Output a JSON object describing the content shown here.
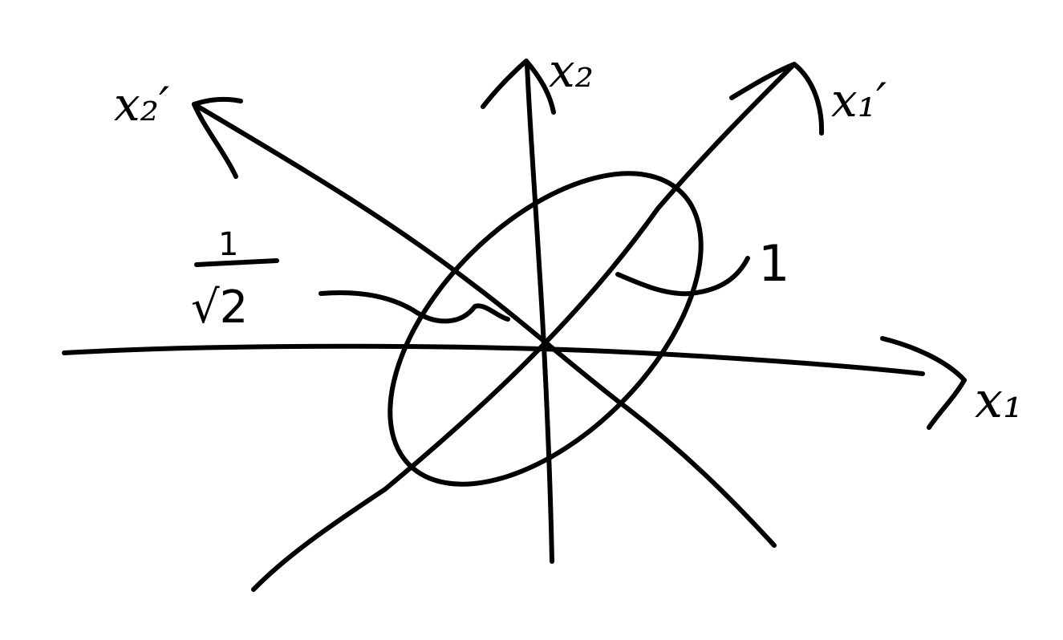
{
  "labels": {
    "x1": "x₁",
    "x2": "x₂",
    "x1_prime": "x₁′",
    "x2_prime": "x₂′",
    "minor_axis_numerator": "1",
    "minor_axis_denominator": "√2",
    "major_axis_length": "1"
  }
}
